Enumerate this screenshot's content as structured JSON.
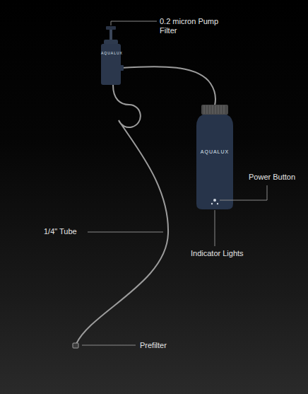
{
  "diagram": {
    "labels": [
      "0.2 micron Pump Filter",
      "AQUALUX",
      "AQUALUX",
      "Power Button",
      "1/4\" Tube",
      "Indicator Lights",
      "Prefilter"
    ]
  }
}
